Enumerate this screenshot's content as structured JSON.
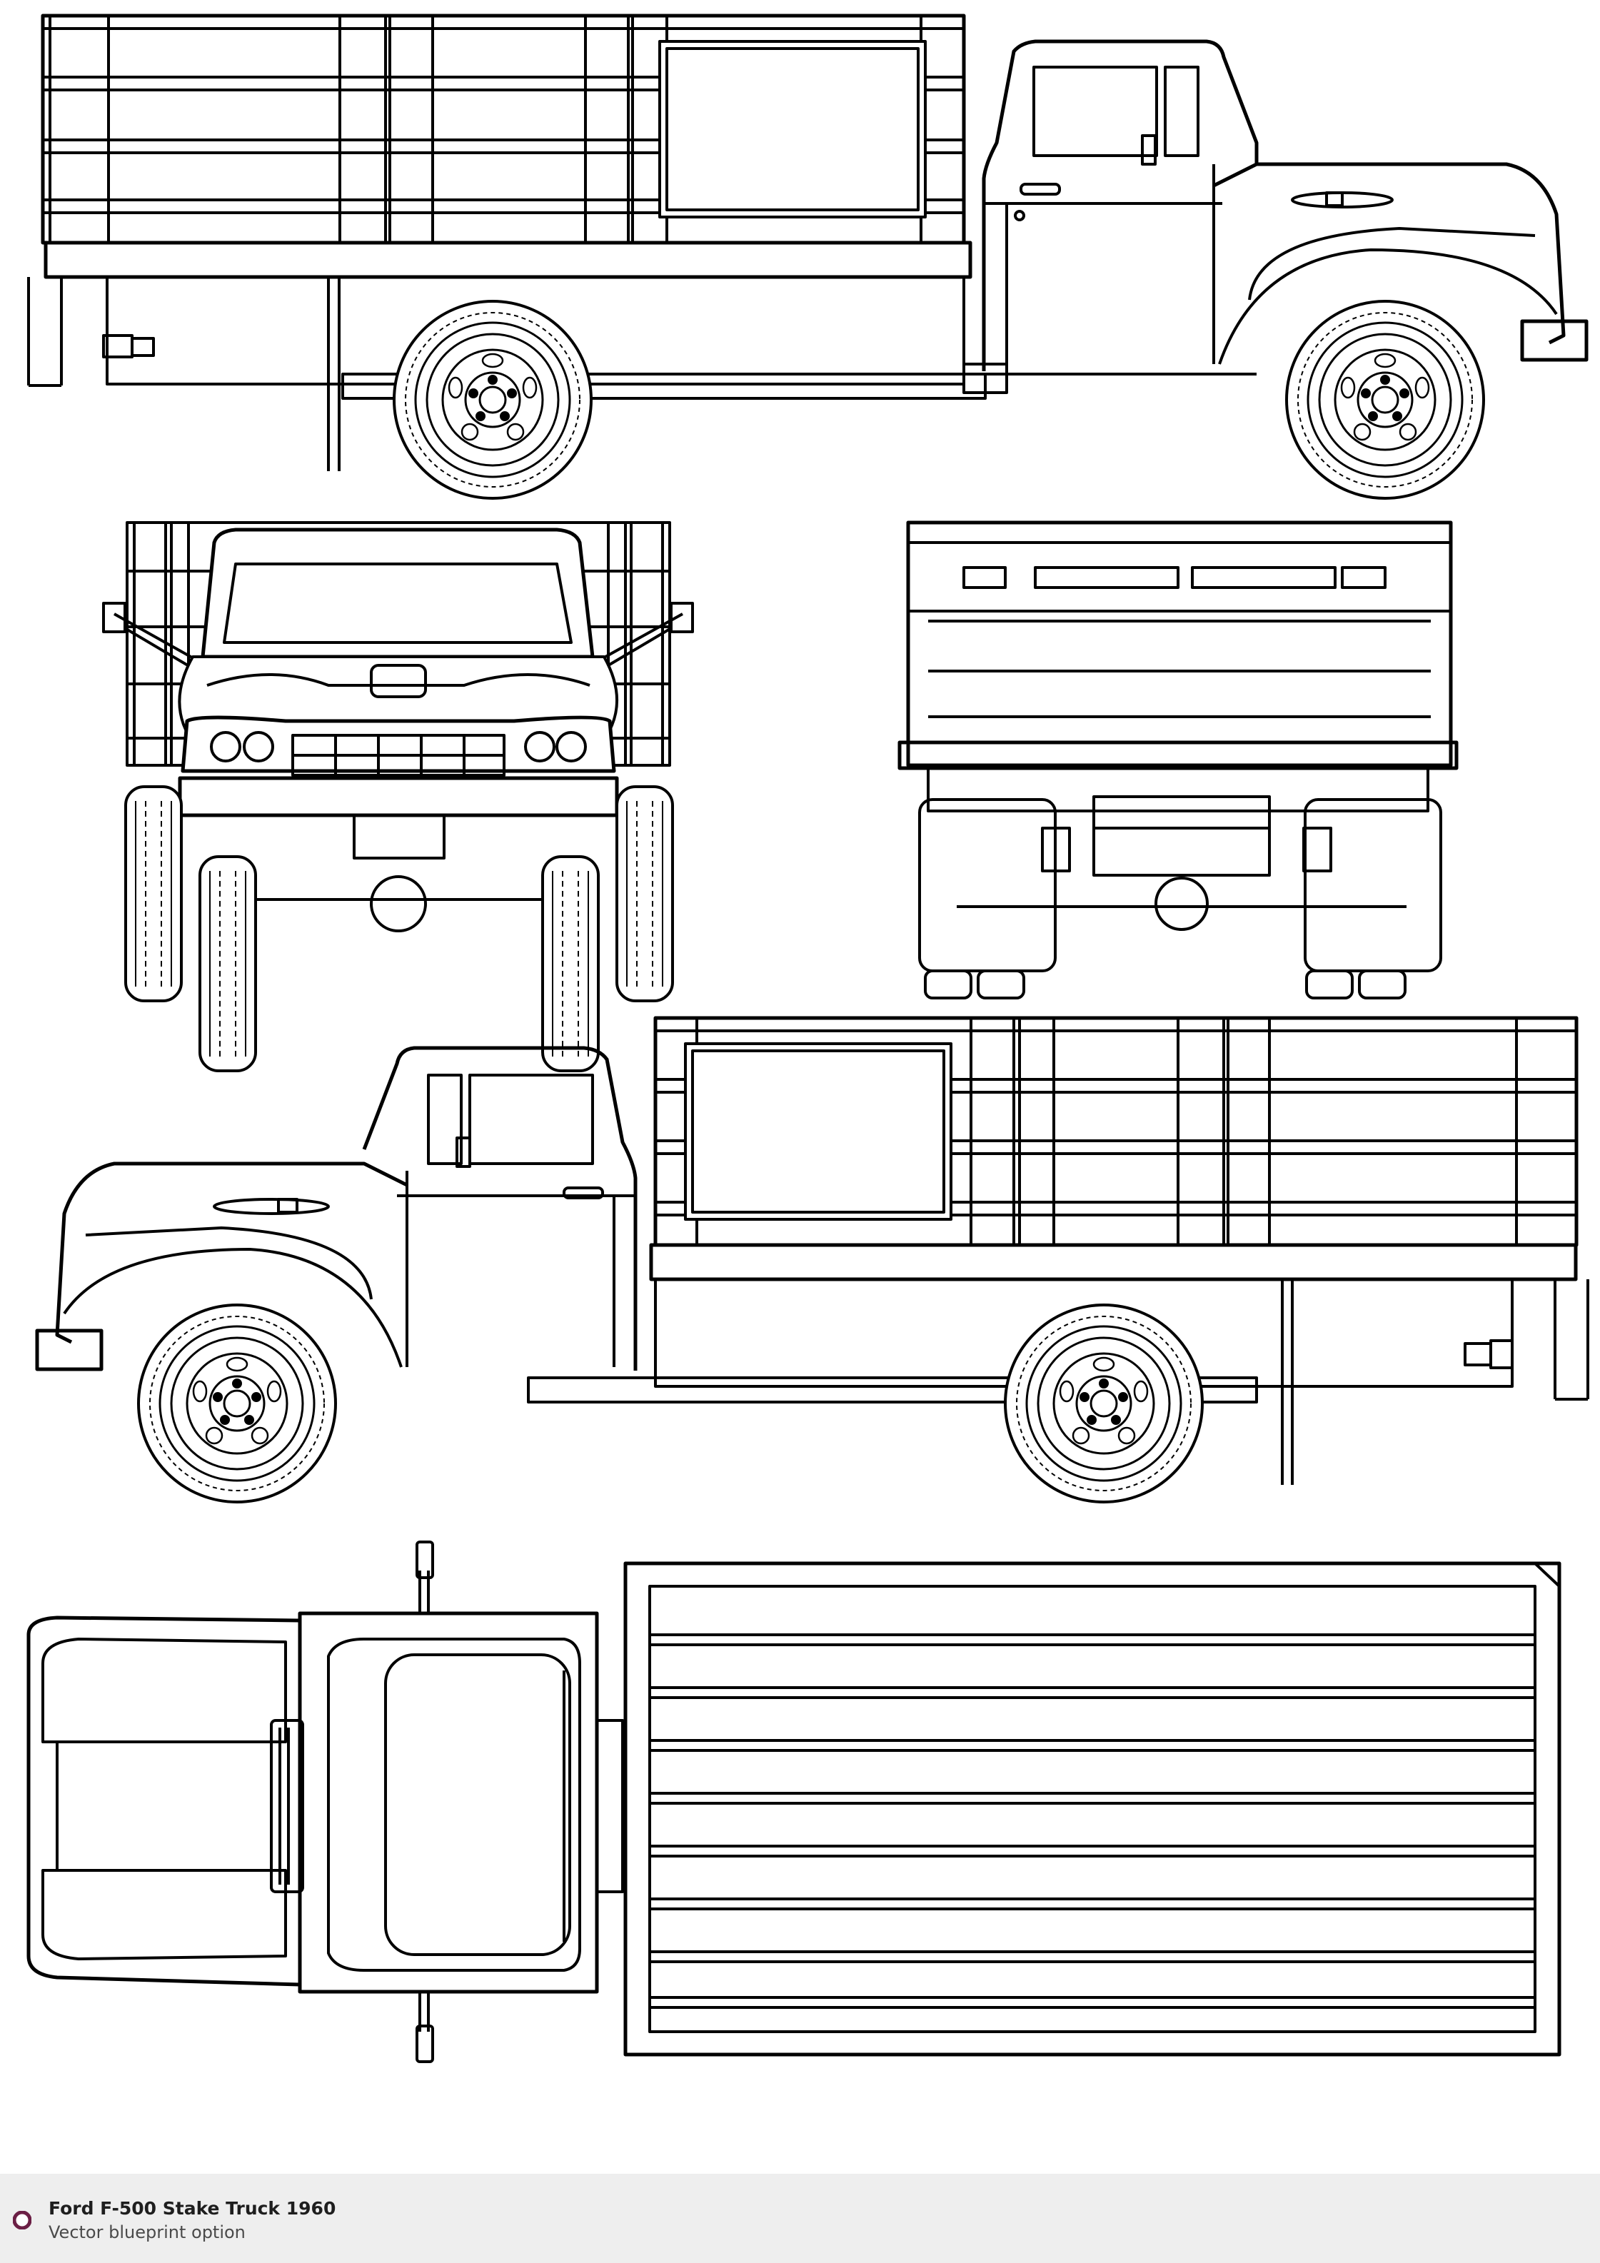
{
  "footer": {
    "title": "Ford F-500 Stake Truck 1960",
    "subtitle": "Vector blueprint option",
    "accent_color": "#6b1f45"
  },
  "views": [
    {
      "name": "left-side-view"
    },
    {
      "name": "front-view"
    },
    {
      "name": "rear-view"
    },
    {
      "name": "right-side-view"
    },
    {
      "name": "top-view"
    }
  ],
  "colors": {
    "line": "#000000",
    "paper": "#ffffff",
    "footer_bg": "#eeeeee"
  }
}
